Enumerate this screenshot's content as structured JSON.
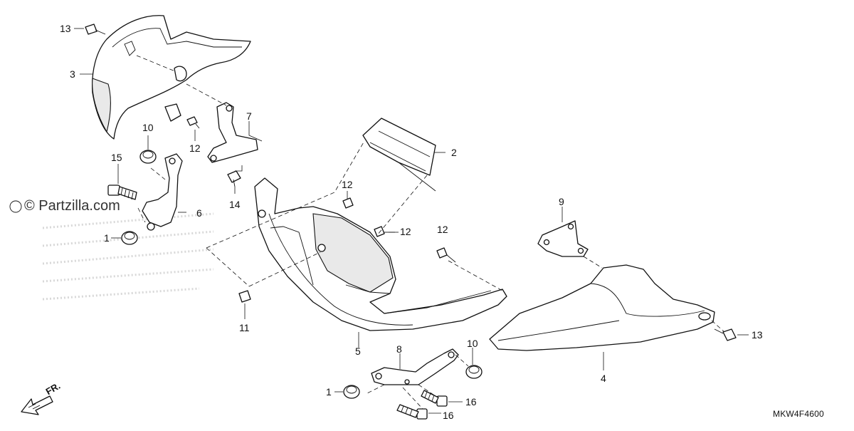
{
  "diagram": {
    "watermark": "© Partzilla.com",
    "diagram_code": "MKW4F4600",
    "front_indicator": "FR.",
    "callouts": {
      "c13_top": "13",
      "c3": "3",
      "c10_top": "10",
      "c7": "7",
      "c12_a": "12",
      "c15": "15",
      "c6": "6",
      "c14": "14",
      "c1_left": "1",
      "c2": "2",
      "c12_b": "12",
      "c12_c": "12",
      "c12_d": "12",
      "c9": "9",
      "c11": "11",
      "c5": "5",
      "c8": "8",
      "c10_bottom": "10",
      "c4": "4",
      "c13_right": "13",
      "c1_bottom": "1",
      "c16_a": "16",
      "c16_b": "16"
    }
  }
}
